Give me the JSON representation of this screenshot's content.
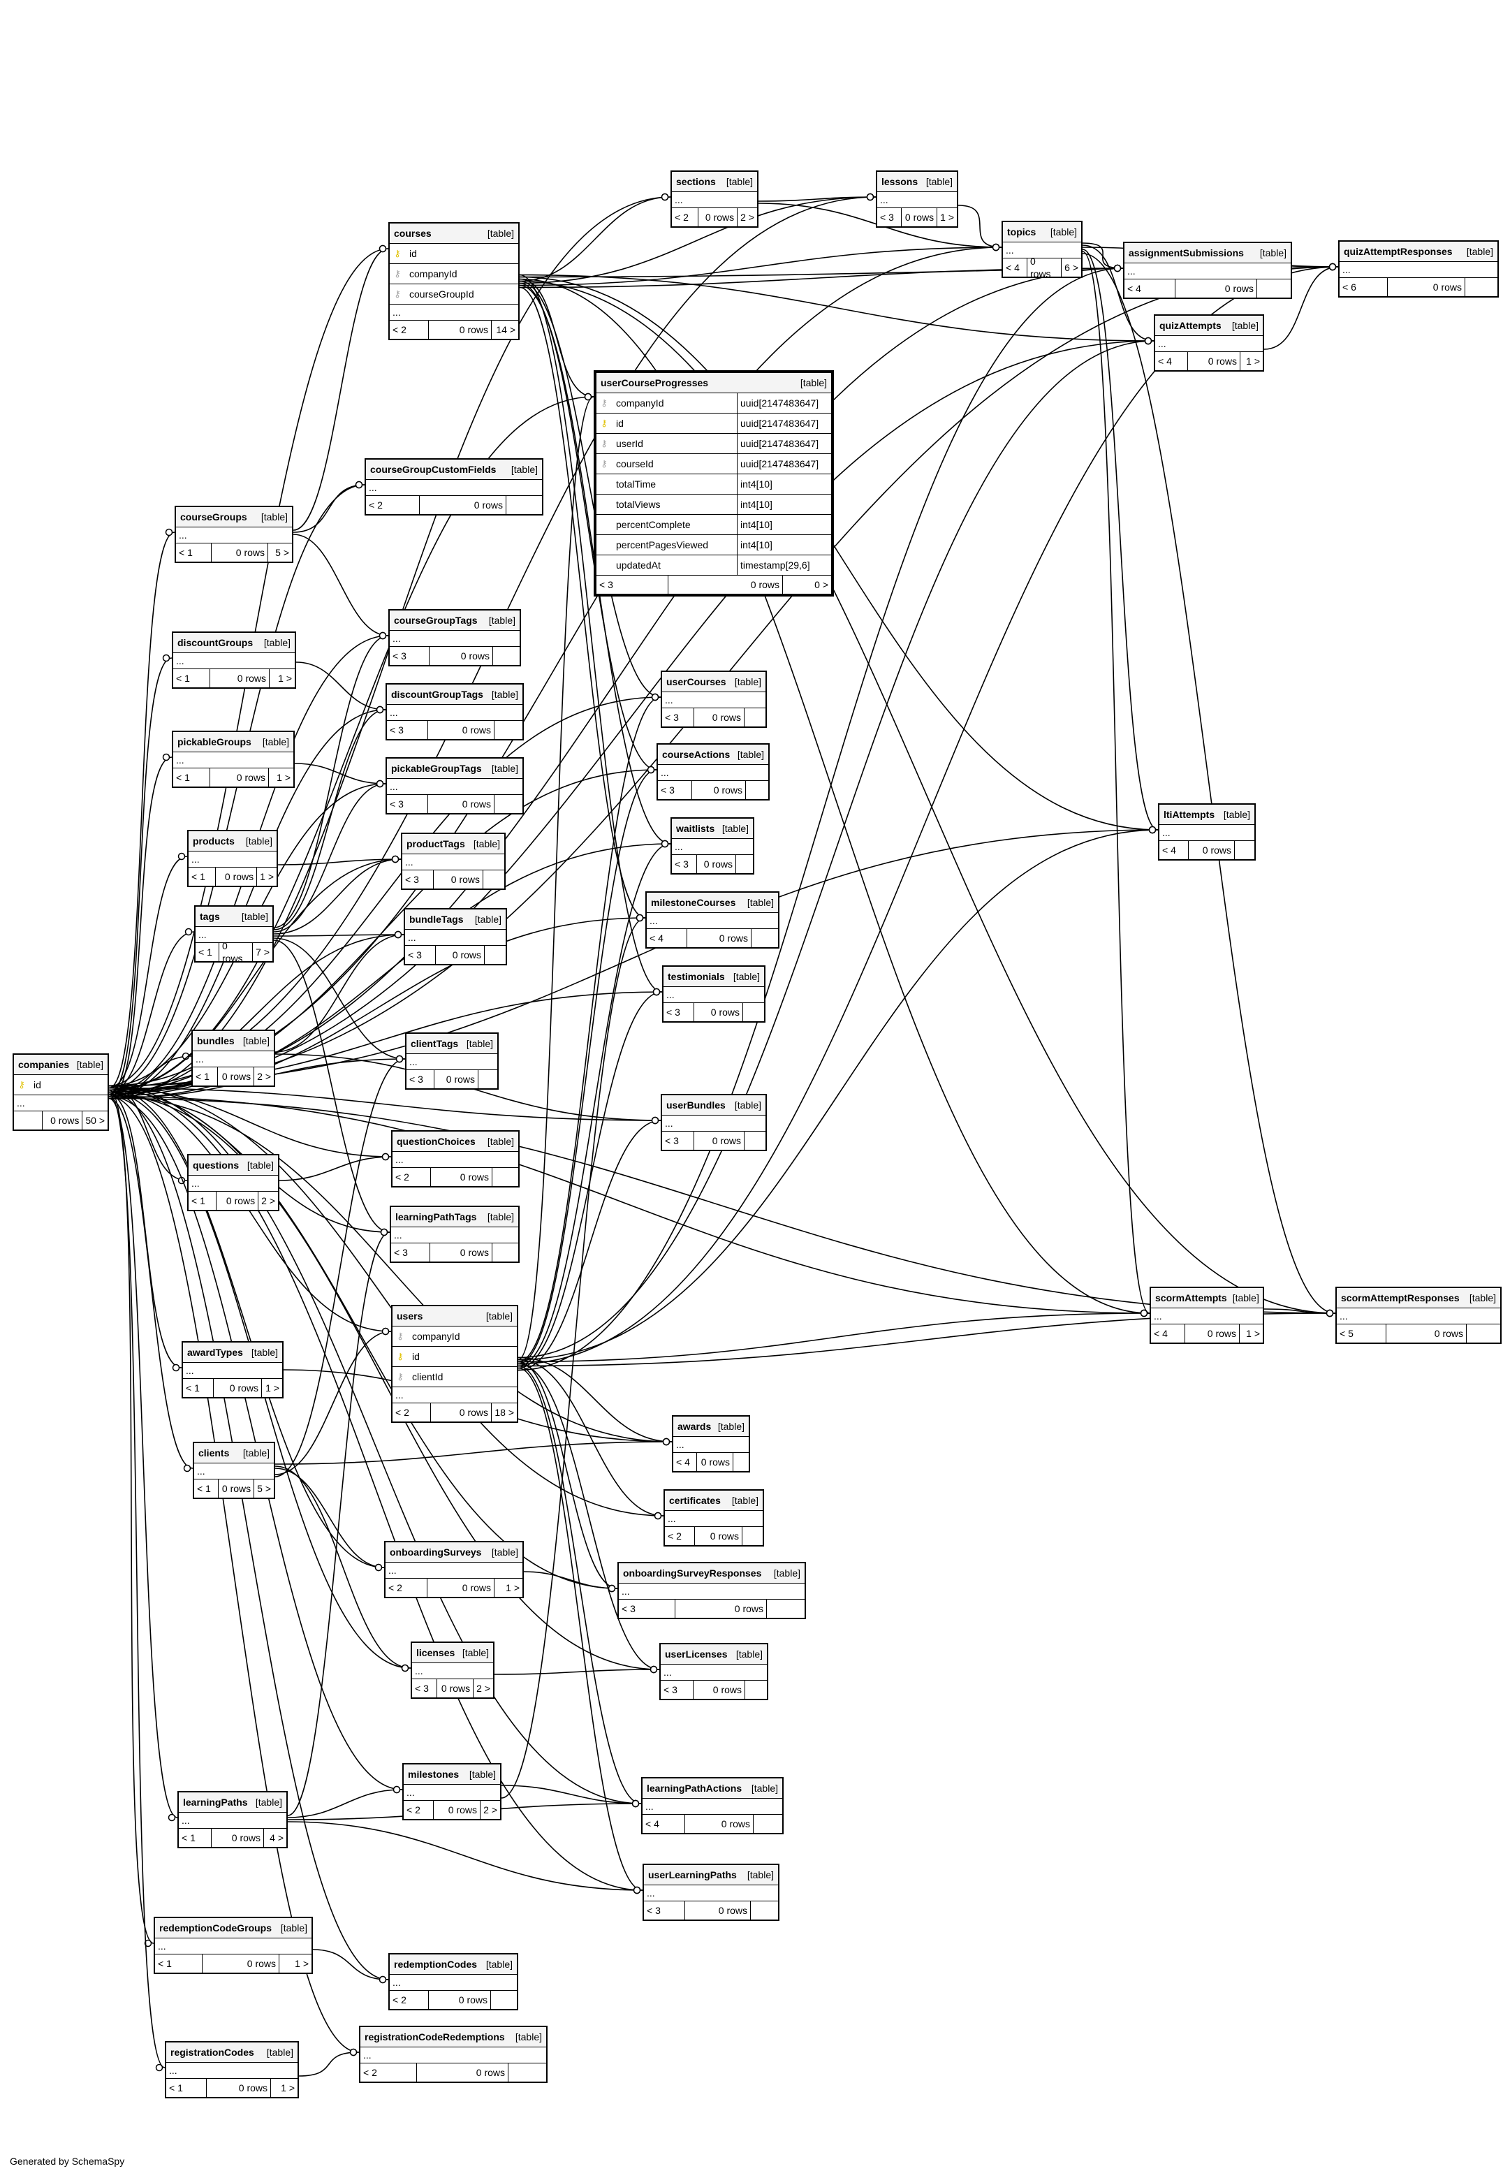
{
  "footer_text": "Generated by SchemaSpy",
  "tables": {
    "companies": {
      "name": "companies",
      "kind": "[table]",
      "cols": [
        {
          "name": "id",
          "key": "pk"
        }
      ],
      "dots": "...",
      "prev": "",
      "rows": "0 rows",
      "next": "50 >"
    },
    "courses": {
      "name": "courses",
      "kind": "[table]",
      "cols": [
        {
          "name": "id",
          "key": "pk"
        },
        {
          "name": "companyId",
          "key": "fk"
        },
        {
          "name": "courseGroupId",
          "key": "fk"
        }
      ],
      "dots": "...",
      "prev": "< 2",
      "rows": "0 rows",
      "next": "14 >"
    },
    "sections": {
      "name": "sections",
      "kind": "[table]",
      "cols": [],
      "dots": "...",
      "prev": "< 2",
      "rows": "0 rows",
      "next": "2 >"
    },
    "lessons": {
      "name": "lessons",
      "kind": "[table]",
      "cols": [],
      "dots": "...",
      "prev": "< 3",
      "rows": "0 rows",
      "next": "1 >"
    },
    "topics": {
      "name": "topics",
      "kind": "[table]",
      "cols": [],
      "dots": "...",
      "prev": "< 4",
      "rows": "0 rows",
      "next": "6 >"
    },
    "assignmentSubmissions": {
      "name": "assignmentSubmissions",
      "kind": "[table]",
      "cols": [],
      "dots": "...",
      "prev": "< 4",
      "rows": "0 rows",
      "next": ""
    },
    "quizAttemptResponses": {
      "name": "quizAttemptResponses",
      "kind": "[table]",
      "cols": [],
      "dots": "...",
      "prev": "< 6",
      "rows": "0 rows",
      "next": ""
    },
    "quizAttempts": {
      "name": "quizAttempts",
      "kind": "[table]",
      "cols": [],
      "dots": "...",
      "prev": "< 4",
      "rows": "0 rows",
      "next": "1 >"
    },
    "userCourseProgresses": {
      "name": "userCourseProgresses",
      "kind": "[table]",
      "cols": [
        {
          "name": "companyId",
          "key": "fk",
          "type": "uuid[2147483647]"
        },
        {
          "name": "id",
          "key": "pk",
          "type": "uuid[2147483647]"
        },
        {
          "name": "userId",
          "key": "fk",
          "type": "uuid[2147483647]"
        },
        {
          "name": "courseId",
          "key": "fk",
          "type": "uuid[2147483647]"
        },
        {
          "name": "totalTime",
          "key": "",
          "type": "int4[10]"
        },
        {
          "name": "totalViews",
          "key": "",
          "type": "int4[10]"
        },
        {
          "name": "percentComplete",
          "key": "",
          "type": "int4[10]"
        },
        {
          "name": "percentPagesViewed",
          "key": "",
          "type": "int4[10]"
        },
        {
          "name": "updatedAt",
          "key": "",
          "type": "timestamp[29,6]"
        }
      ],
      "dots": "",
      "prev": "< 3",
      "rows": "0 rows",
      "next": "0 >"
    },
    "courseGroupCustomFields": {
      "name": "courseGroupCustomFields",
      "kind": "[table]",
      "cols": [],
      "dots": "...",
      "prev": "< 2",
      "rows": "0 rows",
      "next": ""
    },
    "courseGroups": {
      "name": "courseGroups",
      "kind": "[table]",
      "cols": [],
      "dots": "...",
      "prev": "< 1",
      "rows": "0 rows",
      "next": "5 >"
    },
    "courseGroupTags": {
      "name": "courseGroupTags",
      "kind": "[table]",
      "cols": [],
      "dots": "...",
      "prev": "< 3",
      "rows": "0 rows",
      "next": ""
    },
    "discountGroups": {
      "name": "discountGroups",
      "kind": "[table]",
      "cols": [],
      "dots": "...",
      "prev": "< 1",
      "rows": "0 rows",
      "next": "1 >"
    },
    "discountGroupTags": {
      "name": "discountGroupTags",
      "kind": "[table]",
      "cols": [],
      "dots": "...",
      "prev": "< 3",
      "rows": "0 rows",
      "next": ""
    },
    "userCourses": {
      "name": "userCourses",
      "kind": "[table]",
      "cols": [],
      "dots": "...",
      "prev": "< 3",
      "rows": "0 rows",
      "next": ""
    },
    "pickableGroups": {
      "name": "pickableGroups",
      "kind": "[table]",
      "cols": [],
      "dots": "...",
      "prev": "< 1",
      "rows": "0 rows",
      "next": "1 >"
    },
    "pickableGroupTags": {
      "name": "pickableGroupTags",
      "kind": "[table]",
      "cols": [],
      "dots": "...",
      "prev": "< 3",
      "rows": "0 rows",
      "next": ""
    },
    "courseActions": {
      "name": "courseActions",
      "kind": "[table]",
      "cols": [],
      "dots": "...",
      "prev": "< 3",
      "rows": "0 rows",
      "next": ""
    },
    "waitlists": {
      "name": "waitlists",
      "kind": "[table]",
      "cols": [],
      "dots": "...",
      "prev": "< 3",
      "rows": "0 rows",
      "next": ""
    },
    "ltiAttempts": {
      "name": "ltiAttempts",
      "kind": "[table]",
      "cols": [],
      "dots": "...",
      "prev": "< 4",
      "rows": "0 rows",
      "next": ""
    },
    "products": {
      "name": "products",
      "kind": "[table]",
      "cols": [],
      "dots": "...",
      "prev": "< 1",
      "rows": "0 rows",
      "next": "1 >"
    },
    "productTags": {
      "name": "productTags",
      "kind": "[table]",
      "cols": [],
      "dots": "...",
      "prev": "< 3",
      "rows": "0 rows",
      "next": ""
    },
    "milestoneCourses": {
      "name": "milestoneCourses",
      "kind": "[table]",
      "cols": [],
      "dots": "...",
      "prev": "< 4",
      "rows": "0 rows",
      "next": ""
    },
    "tags": {
      "name": "tags",
      "kind": "[table]",
      "cols": [],
      "dots": "...",
      "prev": "< 1",
      "rows": "0 rows",
      "next": "7 >"
    },
    "bundleTags": {
      "name": "bundleTags",
      "kind": "[table]",
      "cols": [],
      "dots": "...",
      "prev": "< 3",
      "rows": "0 rows",
      "next": ""
    },
    "testimonials": {
      "name": "testimonials",
      "kind": "[table]",
      "cols": [],
      "dots": "...",
      "prev": "< 3",
      "rows": "0 rows",
      "next": ""
    },
    "bundles": {
      "name": "bundles",
      "kind": "[table]",
      "cols": [],
      "dots": "...",
      "prev": "< 1",
      "rows": "0 rows",
      "next": "2 >"
    },
    "clientTags": {
      "name": "clientTags",
      "kind": "[table]",
      "cols": [],
      "dots": "...",
      "prev": "< 3",
      "rows": "0 rows",
      "next": ""
    },
    "userBundles": {
      "name": "userBundles",
      "kind": "[table]",
      "cols": [],
      "dots": "...",
      "prev": "< 3",
      "rows": "0 rows",
      "next": ""
    },
    "questionChoices": {
      "name": "questionChoices",
      "kind": "[table]",
      "cols": [],
      "dots": "...",
      "prev": "< 2",
      "rows": "0 rows",
      "next": ""
    },
    "questions": {
      "name": "questions",
      "kind": "[table]",
      "cols": [],
      "dots": "...",
      "prev": "< 1",
      "rows": "0 rows",
      "next": "2 >"
    },
    "learningPathTags": {
      "name": "learningPathTags",
      "kind": "[table]",
      "cols": [],
      "dots": "...",
      "prev": "< 3",
      "rows": "0 rows",
      "next": ""
    },
    "scormAttempts": {
      "name": "scormAttempts",
      "kind": "[table]",
      "cols": [],
      "dots": "...",
      "prev": "< 4",
      "rows": "0 rows",
      "next": "1 >"
    },
    "scormAttemptResponses": {
      "name": "scormAttemptResponses",
      "kind": "[table]",
      "cols": [],
      "dots": "...",
      "prev": "< 5",
      "rows": "0 rows",
      "next": ""
    },
    "users": {
      "name": "users",
      "kind": "[table]",
      "cols": [
        {
          "name": "companyId",
          "key": "fk"
        },
        {
          "name": "id",
          "key": "pk"
        },
        {
          "name": "clientId",
          "key": "fk"
        }
      ],
      "dots": "...",
      "prev": "< 2",
      "rows": "0 rows",
      "next": "18 >"
    },
    "awardTypes": {
      "name": "awardTypes",
      "kind": "[table]",
      "cols": [],
      "dots": "...",
      "prev": "< 1",
      "rows": "0 rows",
      "next": "1 >"
    },
    "awards": {
      "name": "awards",
      "kind": "[table]",
      "cols": [],
      "dots": "...",
      "prev": "< 4",
      "rows": "0 rows",
      "next": ""
    },
    "clients": {
      "name": "clients",
      "kind": "[table]",
      "cols": [],
      "dots": "...",
      "prev": "< 1",
      "rows": "0 rows",
      "next": "5 >"
    },
    "certificates": {
      "name": "certificates",
      "kind": "[table]",
      "cols": [],
      "dots": "...",
      "prev": "< 2",
      "rows": "0 rows",
      "next": ""
    },
    "onboardingSurveys": {
      "name": "onboardingSurveys",
      "kind": "[table]",
      "cols": [],
      "dots": "...",
      "prev": "< 2",
      "rows": "0 rows",
      "next": "1 >"
    },
    "onboardingSurveyResponses": {
      "name": "onboardingSurveyResponses",
      "kind": "[table]",
      "cols": [],
      "dots": "...",
      "prev": "< 3",
      "rows": "0 rows",
      "next": ""
    },
    "licenses": {
      "name": "licenses",
      "kind": "[table]",
      "cols": [],
      "dots": "...",
      "prev": "< 3",
      "rows": "0 rows",
      "next": "2 >"
    },
    "userLicenses": {
      "name": "userLicenses",
      "kind": "[table]",
      "cols": [],
      "dots": "...",
      "prev": "< 3",
      "rows": "0 rows",
      "next": ""
    },
    "milestones": {
      "name": "milestones",
      "kind": "[table]",
      "cols": [],
      "dots": "...",
      "prev": "< 2",
      "rows": "0 rows",
      "next": "2 >"
    },
    "learningPaths": {
      "name": "learningPaths",
      "kind": "[table]",
      "cols": [],
      "dots": "...",
      "prev": "< 1",
      "rows": "0 rows",
      "next": "4 >"
    },
    "learningPathActions": {
      "name": "learningPathActions",
      "kind": "[table]",
      "cols": [],
      "dots": "...",
      "prev": "< 4",
      "rows": "0 rows",
      "next": ""
    },
    "userLearningPaths": {
      "name": "userLearningPaths",
      "kind": "[table]",
      "cols": [],
      "dots": "...",
      "prev": "< 3",
      "rows": "0 rows",
      "next": ""
    },
    "redemptionCodeGroups": {
      "name": "redemptionCodeGroups",
      "kind": "[table]",
      "cols": [],
      "dots": "...",
      "prev": "< 1",
      "rows": "0 rows",
      "next": "1 >"
    },
    "redemptionCodes": {
      "name": "redemptionCodes",
      "kind": "[table]",
      "cols": [],
      "dots": "...",
      "prev": "< 2",
      "rows": "0 rows",
      "next": ""
    },
    "registrationCodes": {
      "name": "registrationCodes",
      "kind": "[table]",
      "cols": [],
      "dots": "...",
      "prev": "< 1",
      "rows": "0 rows",
      "next": "1 >"
    },
    "registrationCodeRedemptions": {
      "name": "registrationCodeRedemptions",
      "kind": "[table]",
      "cols": [],
      "dots": "...",
      "prev": "< 2",
      "rows": "0 rows",
      "next": ""
    }
  },
  "relationships": [
    [
      "companies",
      "courses"
    ],
    [
      "companies",
      "courseGroups"
    ],
    [
      "companies",
      "courseGroupCustomFields"
    ],
    [
      "companies",
      "courseGroupTags"
    ],
    [
      "companies",
      "discountGroups"
    ],
    [
      "companies",
      "discountGroupTags"
    ],
    [
      "companies",
      "pickableGroups"
    ],
    [
      "companies",
      "pickableGroupTags"
    ],
    [
      "companies",
      "products"
    ],
    [
      "companies",
      "productTags"
    ],
    [
      "companies",
      "tags"
    ],
    [
      "companies",
      "bundleTags"
    ],
    [
      "companies",
      "bundles"
    ],
    [
      "companies",
      "clientTags"
    ],
    [
      "companies",
      "questions"
    ],
    [
      "companies",
      "questionChoices"
    ],
    [
      "companies",
      "learningPathTags"
    ],
    [
      "companies",
      "users"
    ],
    [
      "companies",
      "awardTypes"
    ],
    [
      "companies",
      "awards"
    ],
    [
      "companies",
      "clients"
    ],
    [
      "companies",
      "certificates"
    ],
    [
      "companies",
      "onboardingSurveys"
    ],
    [
      "companies",
      "onboardingSurveyResponses"
    ],
    [
      "companies",
      "licenses"
    ],
    [
      "companies",
      "userLicenses"
    ],
    [
      "companies",
      "milestones"
    ],
    [
      "companies",
      "learningPaths"
    ],
    [
      "companies",
      "learningPathActions"
    ],
    [
      "companies",
      "userLearningPaths"
    ],
    [
      "companies",
      "redemptionCodeGroups"
    ],
    [
      "companies",
      "redemptionCodes"
    ],
    [
      "companies",
      "registrationCodes"
    ],
    [
      "companies",
      "registrationCodeRedemptions"
    ],
    [
      "companies",
      "sections"
    ],
    [
      "companies",
      "lessons"
    ],
    [
      "companies",
      "topics"
    ],
    [
      "companies",
      "userCourseProgresses"
    ],
    [
      "companies",
      "userCourses"
    ],
    [
      "companies",
      "courseActions"
    ],
    [
      "companies",
      "waitlists"
    ],
    [
      "companies",
      "milestoneCourses"
    ],
    [
      "companies",
      "testimonials"
    ],
    [
      "companies",
      "userBundles"
    ],
    [
      "companies",
      "quizAttemptResponses"
    ],
    [
      "companies",
      "quizAttempts"
    ],
    [
      "companies",
      "assignmentSubmissions"
    ],
    [
      "companies",
      "scormAttempts"
    ],
    [
      "companies",
      "scormAttemptResponses"
    ],
    [
      "companies",
      "ltiAttempts"
    ],
    [
      "courseGroups",
      "courses"
    ],
    [
      "courseGroups",
      "courseGroupCustomFields"
    ],
    [
      "courseGroups",
      "courseGroupTags"
    ],
    [
      "discountGroups",
      "discountGroupTags"
    ],
    [
      "pickableGroups",
      "pickableGroupTags"
    ],
    [
      "products",
      "productTags"
    ],
    [
      "tags",
      "courseGroupTags"
    ],
    [
      "tags",
      "discountGroupTags"
    ],
    [
      "tags",
      "pickableGroupTags"
    ],
    [
      "tags",
      "productTags"
    ],
    [
      "tags",
      "bundleTags"
    ],
    [
      "tags",
      "clientTags"
    ],
    [
      "tags",
      "learningPathTags"
    ],
    [
      "bundles",
      "bundleTags"
    ],
    [
      "bundles",
      "userBundles"
    ],
    [
      "questions",
      "questionChoices"
    ],
    [
      "courses",
      "sections"
    ],
    [
      "courses",
      "lessons"
    ],
    [
      "courses",
      "topics"
    ],
    [
      "courses",
      "assignmentSubmissions"
    ],
    [
      "courses",
      "quizAttempts"
    ],
    [
      "courses",
      "quizAttemptResponses"
    ],
    [
      "courses",
      "userCourseProgresses"
    ],
    [
      "courses",
      "userCourses"
    ],
    [
      "courses",
      "courseActions"
    ],
    [
      "courses",
      "waitlists"
    ],
    [
      "courses",
      "milestoneCourses"
    ],
    [
      "courses",
      "testimonials"
    ],
    [
      "courses",
      "ltiAttempts"
    ],
    [
      "courses",
      "scormAttempts"
    ],
    [
      "courses",
      "scormAttemptResponses"
    ],
    [
      "sections",
      "lessons"
    ],
    [
      "sections",
      "topics"
    ],
    [
      "lessons",
      "topics"
    ],
    [
      "topics",
      "assignmentSubmissions"
    ],
    [
      "topics",
      "quizAttempts"
    ],
    [
      "topics",
      "quizAttemptResponses"
    ],
    [
      "topics",
      "ltiAttempts"
    ],
    [
      "topics",
      "scormAttempts"
    ],
    [
      "topics",
      "scormAttemptResponses"
    ],
    [
      "quizAttempts",
      "quizAttemptResponses"
    ],
    [
      "scormAttempts",
      "scormAttemptResponses"
    ],
    [
      "users",
      "userCourseProgresses"
    ],
    [
      "users",
      "userCourses"
    ],
    [
      "users",
      "courseActions"
    ],
    [
      "users",
      "waitlists"
    ],
    [
      "users",
      "testimonials"
    ],
    [
      "users",
      "userBundles"
    ],
    [
      "users",
      "awards"
    ],
    [
      "users",
      "certificates"
    ],
    [
      "users",
      "onboardingSurveyResponses"
    ],
    [
      "users",
      "userLicenses"
    ],
    [
      "users",
      "learningPathActions"
    ],
    [
      "users",
      "userLearningPaths"
    ],
    [
      "users",
      "assignmentSubmissions"
    ],
    [
      "users",
      "quizAttempts"
    ],
    [
      "users",
      "ltiAttempts"
    ],
    [
      "users",
      "scormAttempts"
    ],
    [
      "users",
      "quizAttemptResponses"
    ],
    [
      "users",
      "scormAttemptResponses"
    ],
    [
      "clients",
      "users"
    ],
    [
      "clients",
      "clientTags"
    ],
    [
      "clients",
      "awards"
    ],
    [
      "clients",
      "licenses"
    ],
    [
      "clients",
      "onboardingSurveys"
    ],
    [
      "awardTypes",
      "awards"
    ],
    [
      "onboardingSurveys",
      "onboardingSurveyResponses"
    ],
    [
      "licenses",
      "userLicenses"
    ],
    [
      "milestones",
      "milestoneCourses"
    ],
    [
      "milestones",
      "learningPathActions"
    ],
    [
      "learningPaths",
      "learningPathTags"
    ],
    [
      "learningPaths",
      "milestones"
    ],
    [
      "learningPaths",
      "learningPathActions"
    ],
    [
      "learningPaths",
      "userLearningPaths"
    ],
    [
      "redemptionCodeGroups",
      "redemptionCodes"
    ],
    [
      "registrationCodes",
      "registrationCodeRedemptions"
    ]
  ]
}
